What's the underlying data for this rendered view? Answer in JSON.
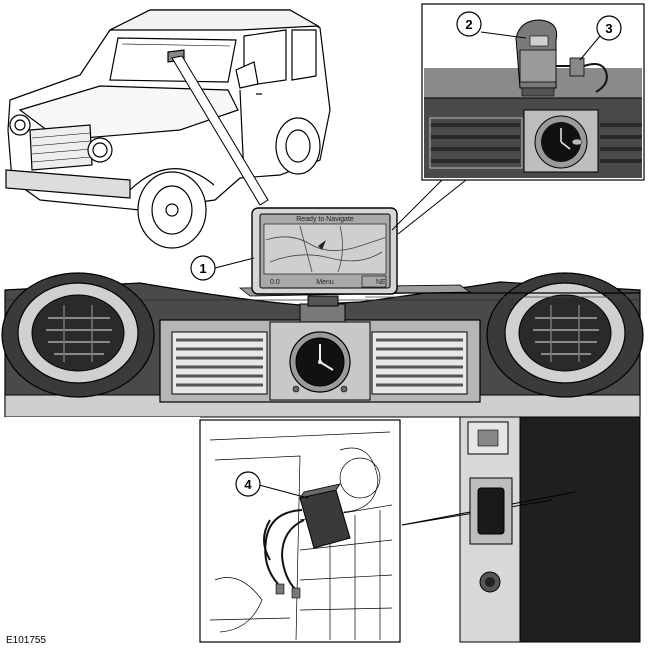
{
  "figure": {
    "reference": "E101755",
    "callouts": [
      "1",
      "2",
      "3",
      "4"
    ],
    "screen": {
      "header": "Ready to Navigate",
      "left_readout": "0.0",
      "center_button": "Menu",
      "right_readout": "NE"
    },
    "colors": {
      "line": "#000000",
      "dash_dark": "#3a3a3a",
      "dash_mid": "#7a7a7a",
      "dash_light": "#b8b8b8",
      "panel_dark": "#1a1a1a"
    }
  }
}
